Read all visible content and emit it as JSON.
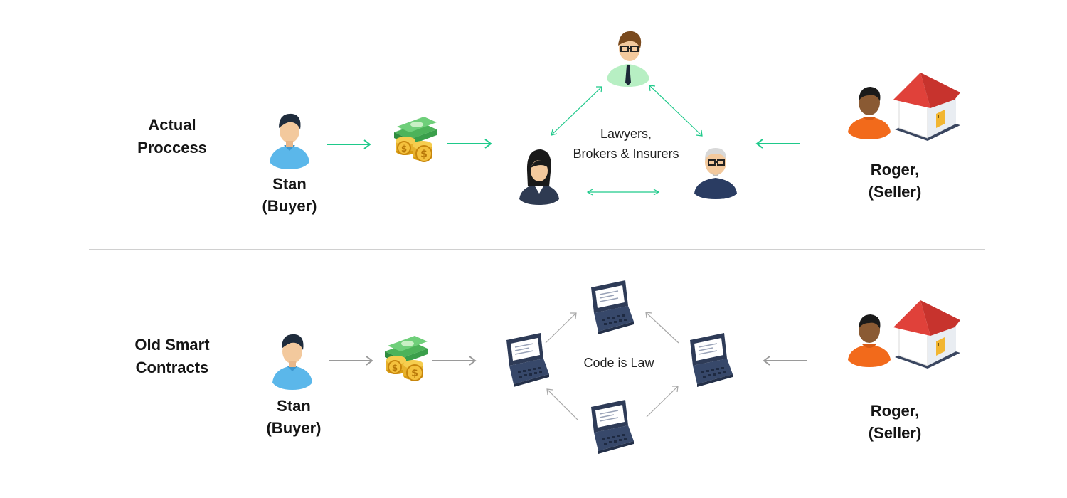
{
  "top_row": {
    "label": "Actual\nProccess",
    "buyer_label": "Stan\n(Buyer)",
    "middlemen_label": "Lawyers,\nBrokers & Insurers",
    "seller_label": "Roger,\n(Seller)",
    "arrow_color": "#1ec98a"
  },
  "bottom_row": {
    "label": "Old Smart\nContracts",
    "buyer_label": "Stan\n(Buyer)",
    "center_label": "Code is Law",
    "seller_label": "Roger,\n(Seller)",
    "arrow_color": "#9a9a9a"
  },
  "icons": {
    "buyer": "person-light-blue-shirt-icon",
    "money": "cash-and-coins-icon",
    "lawyer": "man-with-glasses-tie-icon",
    "broker": "businesswoman-icon",
    "insurer": "older-man-with-glasses-icon",
    "seller": "person-orange-shirt-icon",
    "house": "red-roof-house-icon",
    "laptop": "laptop-icon"
  },
  "colors": {
    "green_arrow": "#1ec98a",
    "gray_arrow": "#9a9a9a",
    "divider": "#d0d0d0",
    "house_roof": "#e0413a",
    "buyer_shirt": "#5bb7ea",
    "seller_shirt": "#f26a1b",
    "laptop_body": "#2e3b57"
  }
}
